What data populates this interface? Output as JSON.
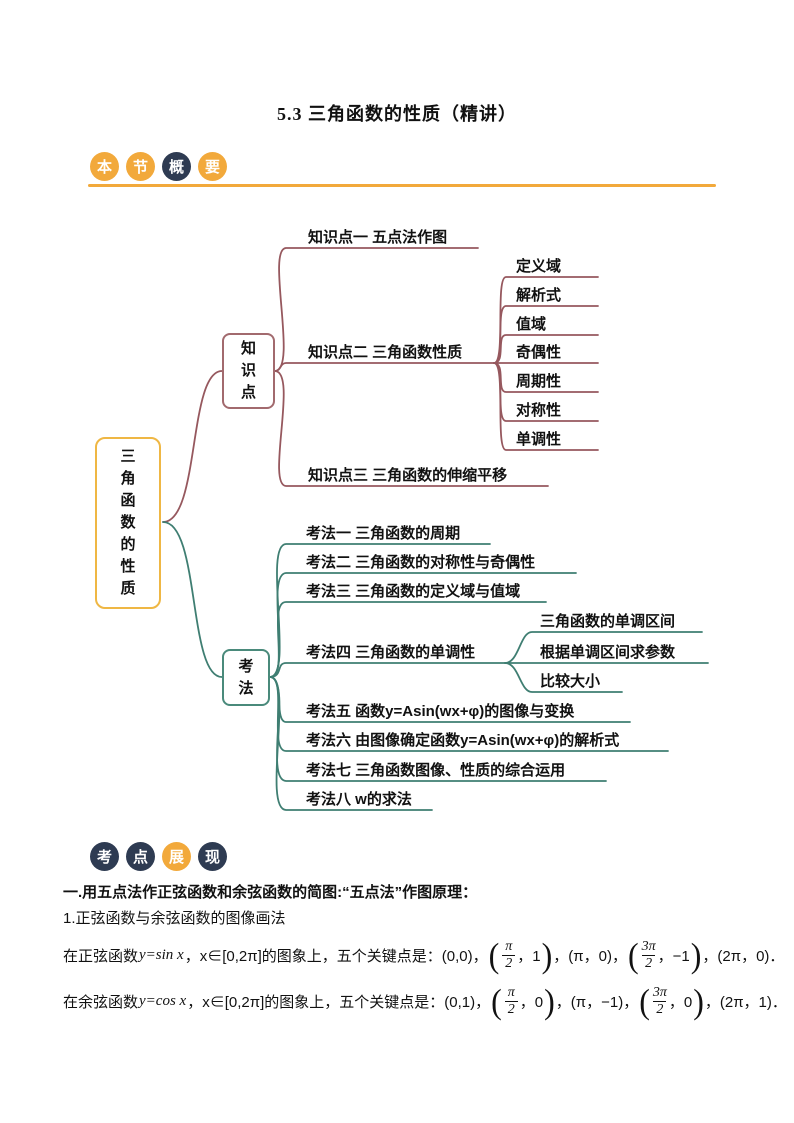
{
  "page": {
    "title": "5.3 三角函数的性质（精讲）"
  },
  "badge_overview": {
    "chars": [
      "本",
      "节",
      "概",
      "要"
    ]
  },
  "badge_keypoints": {
    "chars": [
      "考",
      "点",
      "展",
      "现"
    ]
  },
  "colors": {
    "accent_orange": "#F2A93B",
    "accent_navy": "#2E3B52",
    "branch_maroon": "#96585E",
    "branch_teal": "#3F7E72",
    "root_border": "#EFB744"
  },
  "mindmap": {
    "root_label": "三角函数的性质",
    "knowledge": {
      "node_label": "知识点",
      "item1": "知识点一 五点法作图",
      "item2": "知识点二 三角函数性质",
      "item2_children": [
        "定义域",
        "解析式",
        "值域",
        "奇偶性",
        "周期性",
        "对称性",
        "单调性"
      ],
      "item3": "知识点三 三角函数的伸缩平移"
    },
    "methods": {
      "node_label": "考法",
      "item1": "考法一 三角函数的周期",
      "item2": "考法二 三角函数的对称性与奇偶性",
      "item3": "考法三 三角函数的定义域与值域",
      "item4": "考法四 三角函数的单调性",
      "item4_children": [
        "三角函数的单调区间",
        "根据单调区间求参数",
        "比较大小"
      ],
      "item5": "考法五 函数y=Asin(wx+φ)的图像与变换",
      "item6": "考法六 由图像确定函数y=Asin(wx+φ)的解析式",
      "item7": "考法七 三角函数图像、性质的综合运用",
      "item8": "考法八 w的求法"
    }
  },
  "content": {
    "heading": "一.用五点法作正弦函数和余弦函数的简图:“五点法”作图原理：",
    "subheading": "1.正弦函数与余弦函数的图像画法",
    "sin_line": {
      "pre": "在正弦函数",
      "formula": "y=sin x",
      "mid": "，x∈[0,2π]的图象上，五个关键点是：(0,0)，",
      "f1_num": "π",
      "f1_den": "2",
      "f1_tail": "，1",
      "between": "，(π，0)，",
      "f2_num": "3π",
      "f2_den": "2",
      "f2_tail": "，−1",
      "tail": "，(2π，0)．"
    },
    "cos_line": {
      "pre": "在余弦函数",
      "formula": "y=cos x",
      "mid": "，x∈[0,2π]的图象上，五个关键点是：(0,1)，",
      "f1_num": "π",
      "f1_den": "2",
      "f1_tail": "，0",
      "between": "，(π，−1)，",
      "f2_num": "3π",
      "f2_den": "2",
      "f2_tail": "，0",
      "tail": "，(2π，1)．"
    }
  },
  "symbols": {
    "lp": "(",
    "rp": ")"
  }
}
